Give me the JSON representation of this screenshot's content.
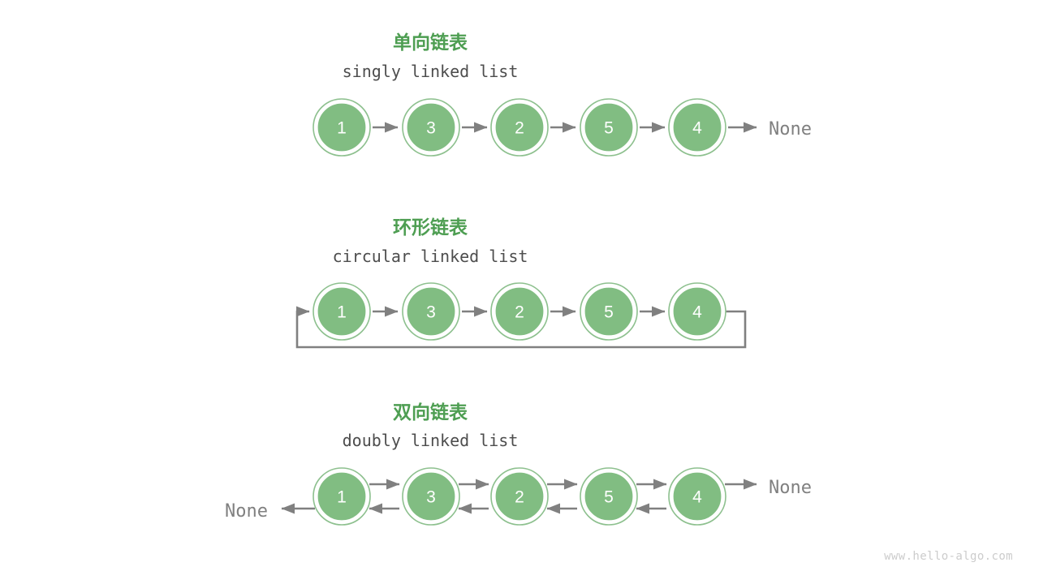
{
  "page": {
    "background": "#ffffff",
    "watermark": "www.hello-algo.com"
  },
  "colors": {
    "heading_green": "#4e9e52",
    "node_fill": "#81bd82",
    "node_ring": "#8dc08e",
    "arrow_gray": "#808080",
    "subtitle_gray": "#4d4d4d",
    "none_gray": "#808080",
    "watermark_gray": "#cccccc"
  },
  "sections": [
    {
      "id": "singly",
      "title_cn": "单向链表",
      "title_en": "singly linked list",
      "nodes": [
        "1",
        "3",
        "2",
        "5",
        "4"
      ],
      "tail_none": "None",
      "head_none": null,
      "bidirectional": false,
      "circular": false
    },
    {
      "id": "circular",
      "title_cn": "环形链表",
      "title_en": "circular linked list",
      "nodes": [
        "1",
        "3",
        "2",
        "5",
        "4"
      ],
      "tail_none": null,
      "head_none": null,
      "bidirectional": false,
      "circular": true
    },
    {
      "id": "doubly",
      "title_cn": "双向链表",
      "title_en": "doubly linked list",
      "nodes": [
        "1",
        "3",
        "2",
        "5",
        "4"
      ],
      "tail_none": "None",
      "head_none": "None",
      "bidirectional": true,
      "circular": false
    }
  ]
}
